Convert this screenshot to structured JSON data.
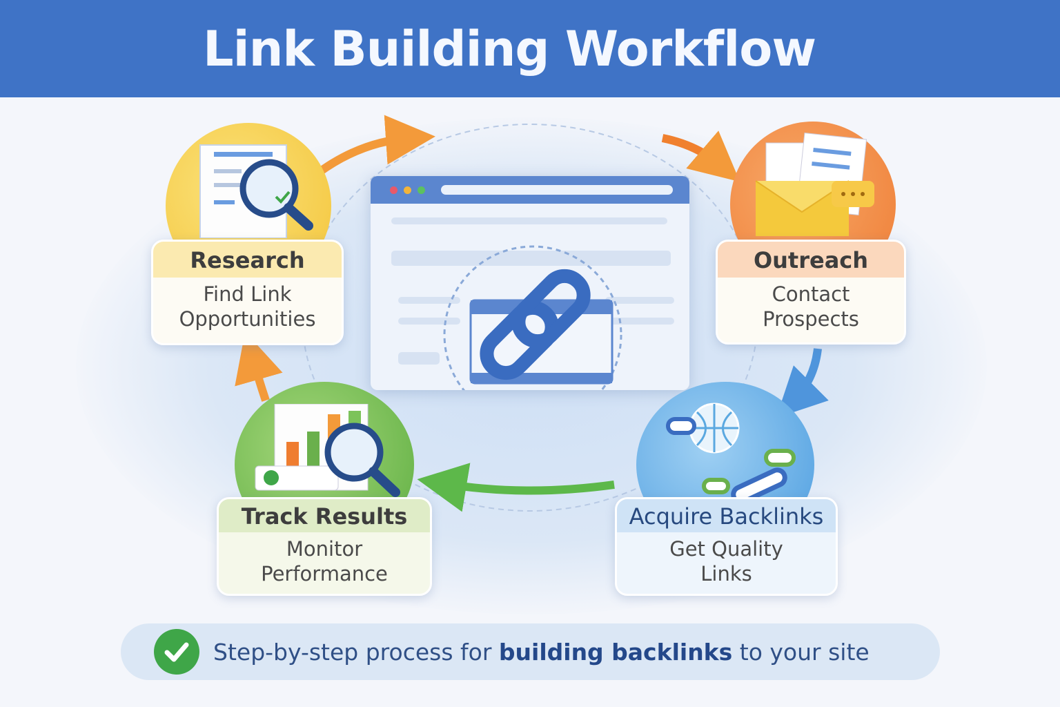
{
  "title": "Link Building Workflow",
  "steps": [
    {
      "title": "Research",
      "subtitle_1": "Find Link",
      "subtitle_2": "Opportunities",
      "color": "#f3c43a",
      "icon": "document-magnifier-icon"
    },
    {
      "title": "Outreach",
      "subtitle_1": "Contact",
      "subtitle_2": "Prospects",
      "color": "#f08a3c",
      "icon": "envelope-chat-icon"
    },
    {
      "title": "Acquire Backlinks",
      "subtitle_1": "Get Quality",
      "subtitle_2": "Links",
      "color": "#4e9ee0",
      "icon": "globe-chain-icon"
    },
    {
      "title": "Track Results",
      "subtitle_1": "Monitor",
      "subtitle_2": "Performance",
      "color": "#6cb548",
      "icon": "chart-magnifier-icon"
    }
  ],
  "center_icon": "chain-link-browser-icon",
  "footer": {
    "prefix": "Step-by-step process for ",
    "bold": "building backlinks",
    "suffix": " to your site"
  },
  "colors": {
    "header": "#3f73c6",
    "check": "#3fa648"
  }
}
